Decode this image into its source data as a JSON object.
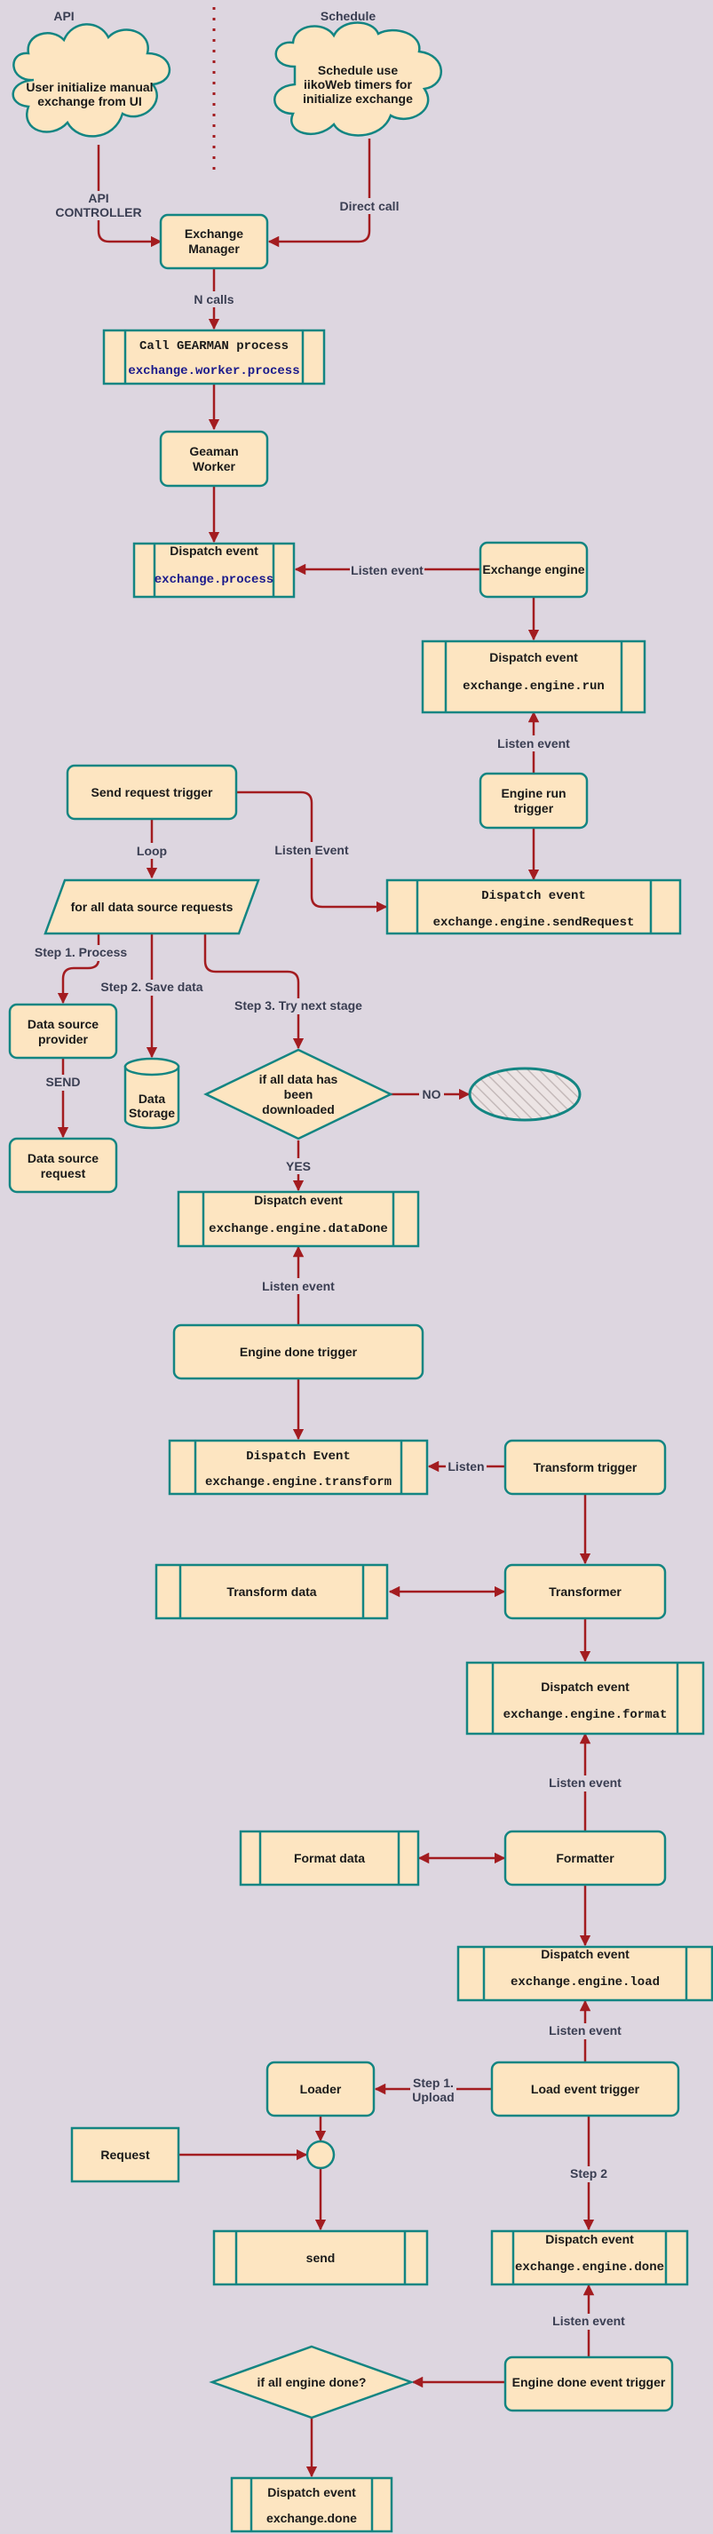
{
  "headers": {
    "api": "API",
    "schedule": "Schedule"
  },
  "nodes": {
    "cloud_user": [
      "User initialize manual",
      "exchange from UI"
    ],
    "cloud_schedule": [
      "Schedule use",
      "iikoWeb timers for",
      "initialize exchange"
    ],
    "exchange_manager": [
      "Exchange",
      "Manager"
    ],
    "call_gearman": [
      "Call GEARMAN process",
      "exchange.worker.process"
    ],
    "gearman_worker": [
      "Geaman",
      "Worker"
    ],
    "dispatch_process": [
      "Dispatch event",
      "exchange.process"
    ],
    "exchange_engine": [
      "Exchange engine"
    ],
    "dispatch_engine_run": [
      "Dispatch event",
      "exchange.engine.run"
    ],
    "engine_run_trigger": [
      "Engine run",
      "trigger"
    ],
    "send_request_trigger": [
      "Send request trigger"
    ],
    "dispatch_send_request": [
      "Dispatch event",
      "exchange.engine.sendRequest"
    ],
    "for_all_requests": [
      "for all  data source requests"
    ],
    "data_source_provider": [
      "Data source",
      "provider"
    ],
    "data_storage": [
      "Data",
      "Storage"
    ],
    "all_data_downloaded": [
      "if all data has",
      "been",
      "downloaded"
    ],
    "data_source_request": [
      "Data source",
      "request"
    ],
    "dispatch_data_done": [
      "Dispatch event",
      "exchange.engine.dataDone"
    ],
    "engine_done_trigger": [
      "Engine done trigger"
    ],
    "dispatch_transform": [
      "Dispatch Event",
      "exchange.engine.transform"
    ],
    "transform_trigger": [
      "Transform trigger"
    ],
    "transform_data": [
      "Transform data"
    ],
    "transformer": [
      "Transformer"
    ],
    "dispatch_format": [
      "Dispatch event",
      "exchange.engine.format"
    ],
    "format_data": [
      "Format data"
    ],
    "formatter": [
      "Formatter"
    ],
    "dispatch_load": [
      "Dispatch event",
      "exchange.engine.load"
    ],
    "loader": [
      "Loader"
    ],
    "load_event_trigger": [
      "Load event trigger"
    ],
    "request": [
      "Request"
    ],
    "send": [
      "send"
    ],
    "dispatch_engine_done": [
      "Dispatch event",
      "exchange.engine.done"
    ],
    "all_engine_done": [
      "if all engine done?"
    ],
    "engine_done_event_trigger": [
      "Engine done event trigger"
    ],
    "dispatch_exchange_done": [
      "Dispatch event",
      "exchange.done"
    ]
  },
  "edge_labels": {
    "api_controller": [
      "API",
      "CONTROLLER"
    ],
    "direct_call": [
      "Direct call"
    ],
    "n_calls": [
      "N calls"
    ],
    "listen_event_1": [
      "Listen event"
    ],
    "listen_event_2": [
      "Listen event"
    ],
    "loop": [
      "Loop"
    ],
    "listen_event_3": [
      "Listen Event"
    ],
    "step1": [
      "Step 1. Process"
    ],
    "step2": [
      "Step 2. Save data"
    ],
    "step3": [
      "Step 3. Try next stage"
    ],
    "send": [
      "SEND"
    ],
    "no": [
      "NO"
    ],
    "yes": [
      "YES"
    ],
    "listen_event_4": [
      "Listen event"
    ],
    "listen": [
      "Listen"
    ],
    "listen_event_5": [
      "Listen event"
    ],
    "listen_event_6": [
      "Listen event"
    ],
    "step1_upload": [
      "Step 1.",
      "Upload"
    ],
    "step2_b": [
      "Step 2"
    ],
    "listen_event_7": [
      "Listen event"
    ]
  },
  "colors": {
    "background": "#ddd6e0",
    "node_fill": "#fde5c1",
    "node_stroke": "#138582",
    "edge": "#a31c20",
    "label": "#3a3e52"
  }
}
